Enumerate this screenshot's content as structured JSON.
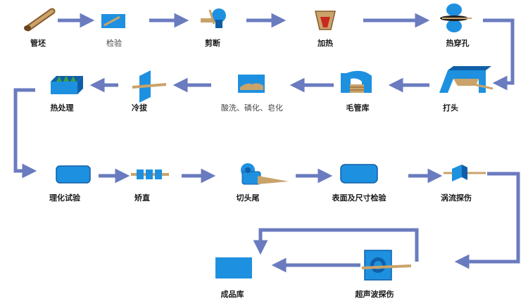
{
  "colors": {
    "arrow": "#6a7bbf",
    "connector": "#6a7bbf",
    "blue": "#1e90e0",
    "darkblue": "#0f5fa8",
    "tan": "#c9a36a",
    "brown": "#8a5a2b",
    "red": "#c8281e",
    "green": "#3aa14a"
  },
  "steps": [
    {
      "id": "guanpi",
      "label": "管坯",
      "icon": "billet-rod-icon"
    },
    {
      "id": "jianyan",
      "label": "检验",
      "icon": "inspection-box-icon"
    },
    {
      "id": "jianduan",
      "label": "剪断",
      "icon": "shear-icon"
    },
    {
      "id": "jiare",
      "label": "加热",
      "icon": "furnace-icon"
    },
    {
      "id": "rechuankong",
      "label": "热穿孔",
      "icon": "piercing-mill-icon"
    },
    {
      "id": "datou",
      "label": "打头",
      "icon": "heading-machine-icon"
    },
    {
      "id": "maoguanku",
      "label": "毛管库",
      "icon": "tube-storage-icon"
    },
    {
      "id": "suanxi",
      "label": "酸洗、磷化、皂化",
      "icon": "pickling-tank-icon"
    },
    {
      "id": "lengba",
      "label": "冷拔",
      "icon": "cold-drawing-icon"
    },
    {
      "id": "rechuli",
      "label": "热处理",
      "icon": "heat-treatment-icon"
    },
    {
      "id": "lihuashiyan",
      "label": "理化试验",
      "icon": "test-panel-icon"
    },
    {
      "id": "jiaozhi",
      "label": "矫直",
      "icon": "straightener-icon"
    },
    {
      "id": "qietouwei",
      "label": "切头尾",
      "icon": "cutoff-saw-icon"
    },
    {
      "id": "biaomian",
      "label": "表面及尺寸检验",
      "icon": "surface-inspection-icon"
    },
    {
      "id": "woliu",
      "label": "涡流探伤",
      "icon": "eddy-current-icon"
    },
    {
      "id": "chaoshengbo",
      "label": "超声波探伤",
      "icon": "ultrasonic-icon"
    },
    {
      "id": "chengpinku",
      "label": "成品库",
      "icon": "warehouse-icon"
    }
  ]
}
